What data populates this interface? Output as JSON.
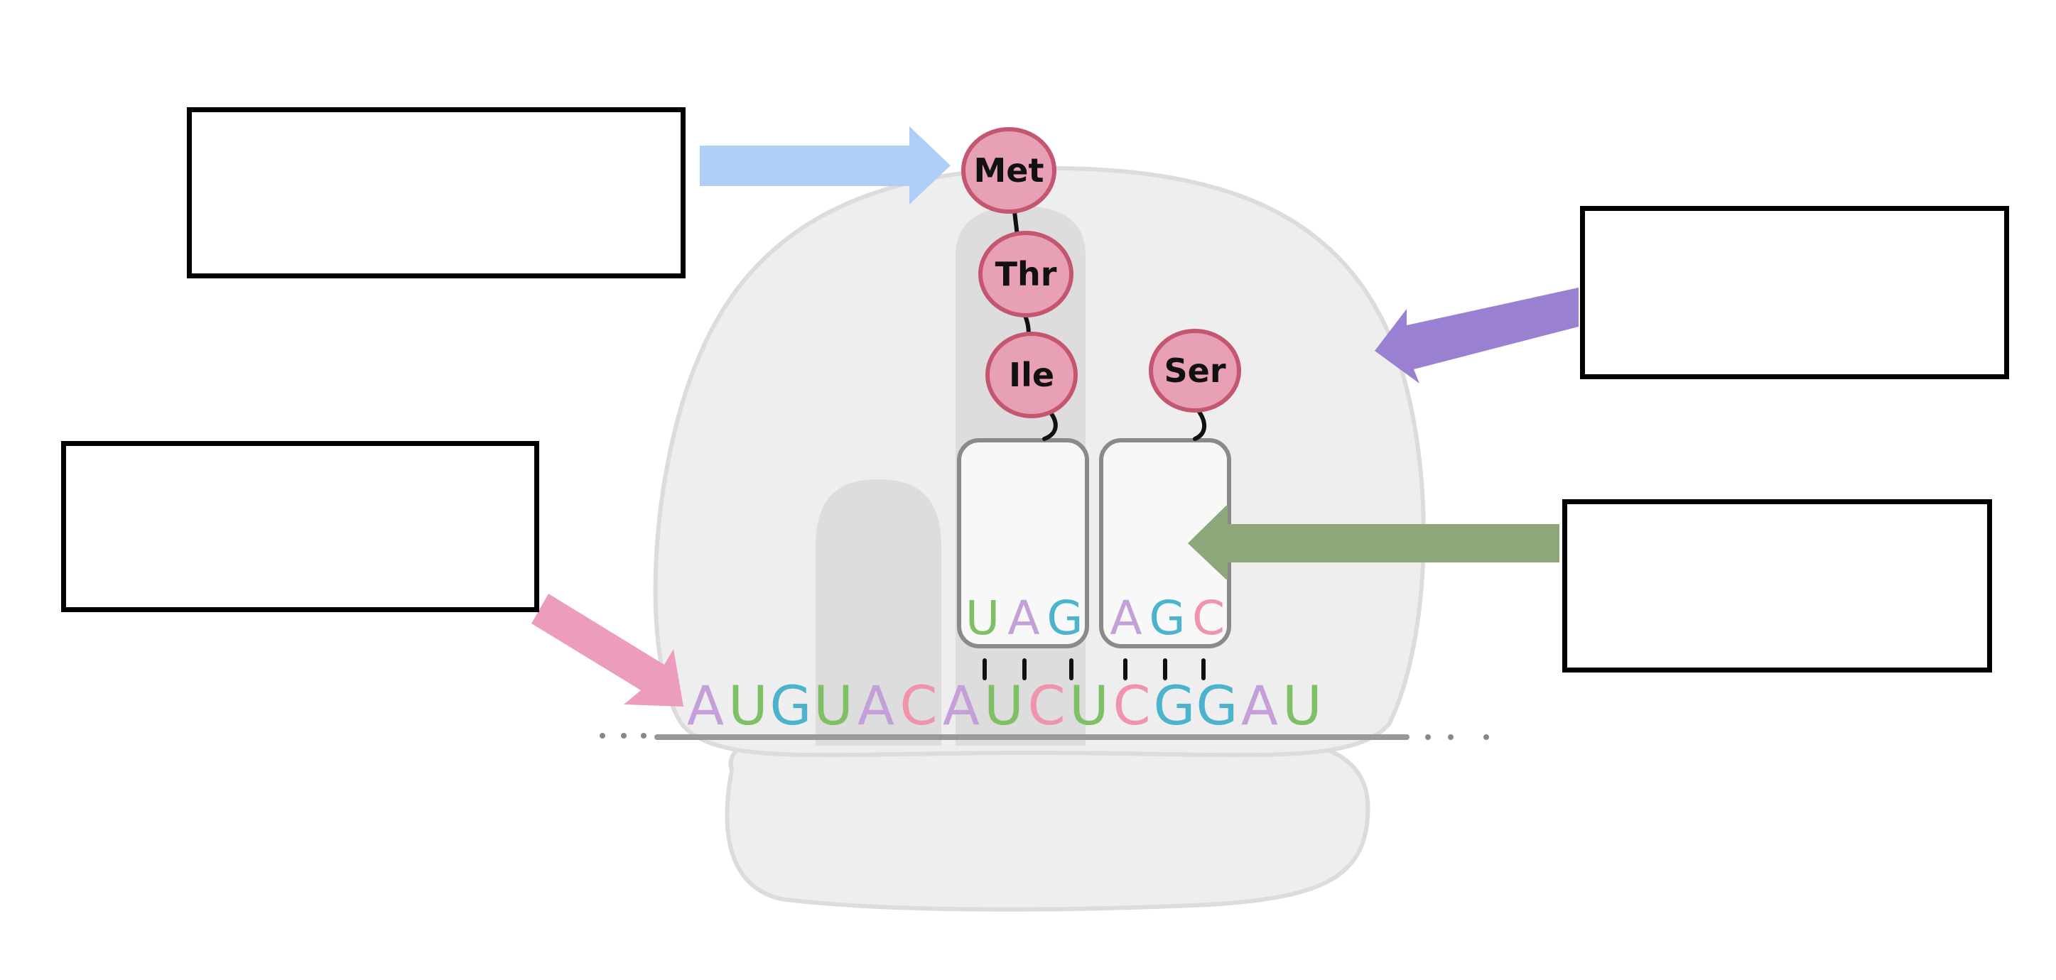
{
  "colors": {
    "background": "#ffffff",
    "ribosome_fill": "#eeeeee",
    "ribosome_stroke": "#dcdcdc",
    "site_shade": "#dddddd",
    "trna_fill": "#f8f8f8",
    "trna_stroke": "#8a8a8a",
    "aa_fill": "#e8a0b4",
    "aa_stroke": "#c4576f",
    "mrna_line": "#999999",
    "arrow_blue": "#aecff5",
    "arrow_purple": "#9a80d0",
    "arrow_green": "#8da67a",
    "arrow_pink": "#ec9cbc",
    "nt_A": "#c4a0d8",
    "nt_U": "#7fc066",
    "nt_G": "#4cb3cc",
    "nt_C": "#ef94aa"
  },
  "peptide_chain": [
    "Met",
    "Thr",
    "Ile"
  ],
  "incoming_amino_acid": "Ser",
  "anticodons": [
    [
      "U",
      "A",
      "G"
    ],
    [
      "A",
      "G",
      "C"
    ]
  ],
  "mrna_sequence": [
    "A",
    "U",
    "G",
    "U",
    "A",
    "C",
    "A",
    "U",
    "C",
    "U",
    "C",
    "G",
    "G",
    "A",
    "U"
  ],
  "label_boxes": [
    {
      "id": "top-left",
      "text": ""
    },
    {
      "id": "mid-left",
      "text": ""
    },
    {
      "id": "top-right",
      "text": ""
    },
    {
      "id": "mid-right",
      "text": ""
    }
  ],
  "arrows": [
    "blue-arrow",
    "pink-arrow",
    "purple-arrow",
    "green-arrow"
  ]
}
